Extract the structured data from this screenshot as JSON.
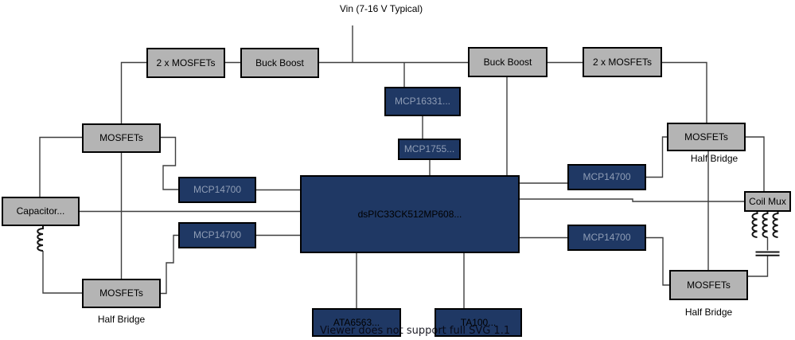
{
  "diagram": {
    "vin_label": "Vin (7-16 V Typical)",
    "half_bridge": "Half Bridge",
    "fallback_note": "Viewer does not support full SVG 1.1",
    "colors": {
      "node_gray": "#b4b4b4",
      "node_navy": "#1f3864",
      "border": "#000000",
      "wire": "#3f3f3f",
      "navy_light_text": "#8f9db5"
    },
    "nodes": {
      "mosfets_2x_left": "2 x MOSFETs",
      "buck_boost_left": "Buck Boost",
      "buck_boost_right": "Buck Boost",
      "mosfets_2x_right": "2 x MOSFETs",
      "mosfets_left_high": "MOSFETs",
      "mosfets_left_low": "MOSFETs",
      "capacitor": "Capacitor...",
      "mcp14700_left_high": "MCP14700",
      "mcp14700_left_low": "MCP14700",
      "mcp16331": "MCP16331...",
      "mcp1755": "MCP1755...",
      "dspic": "dsPIC33CK512MP608...",
      "mcp14700_right_high": "MCP14700",
      "mcp14700_right_low": "MCP14700",
      "mosfets_right_high": "MOSFETs",
      "mosfets_right_low": "MOSFETs",
      "coil_mux": "Coil Mux",
      "ata6563": "ATA6563...",
      "ta100": "TA100..."
    }
  }
}
